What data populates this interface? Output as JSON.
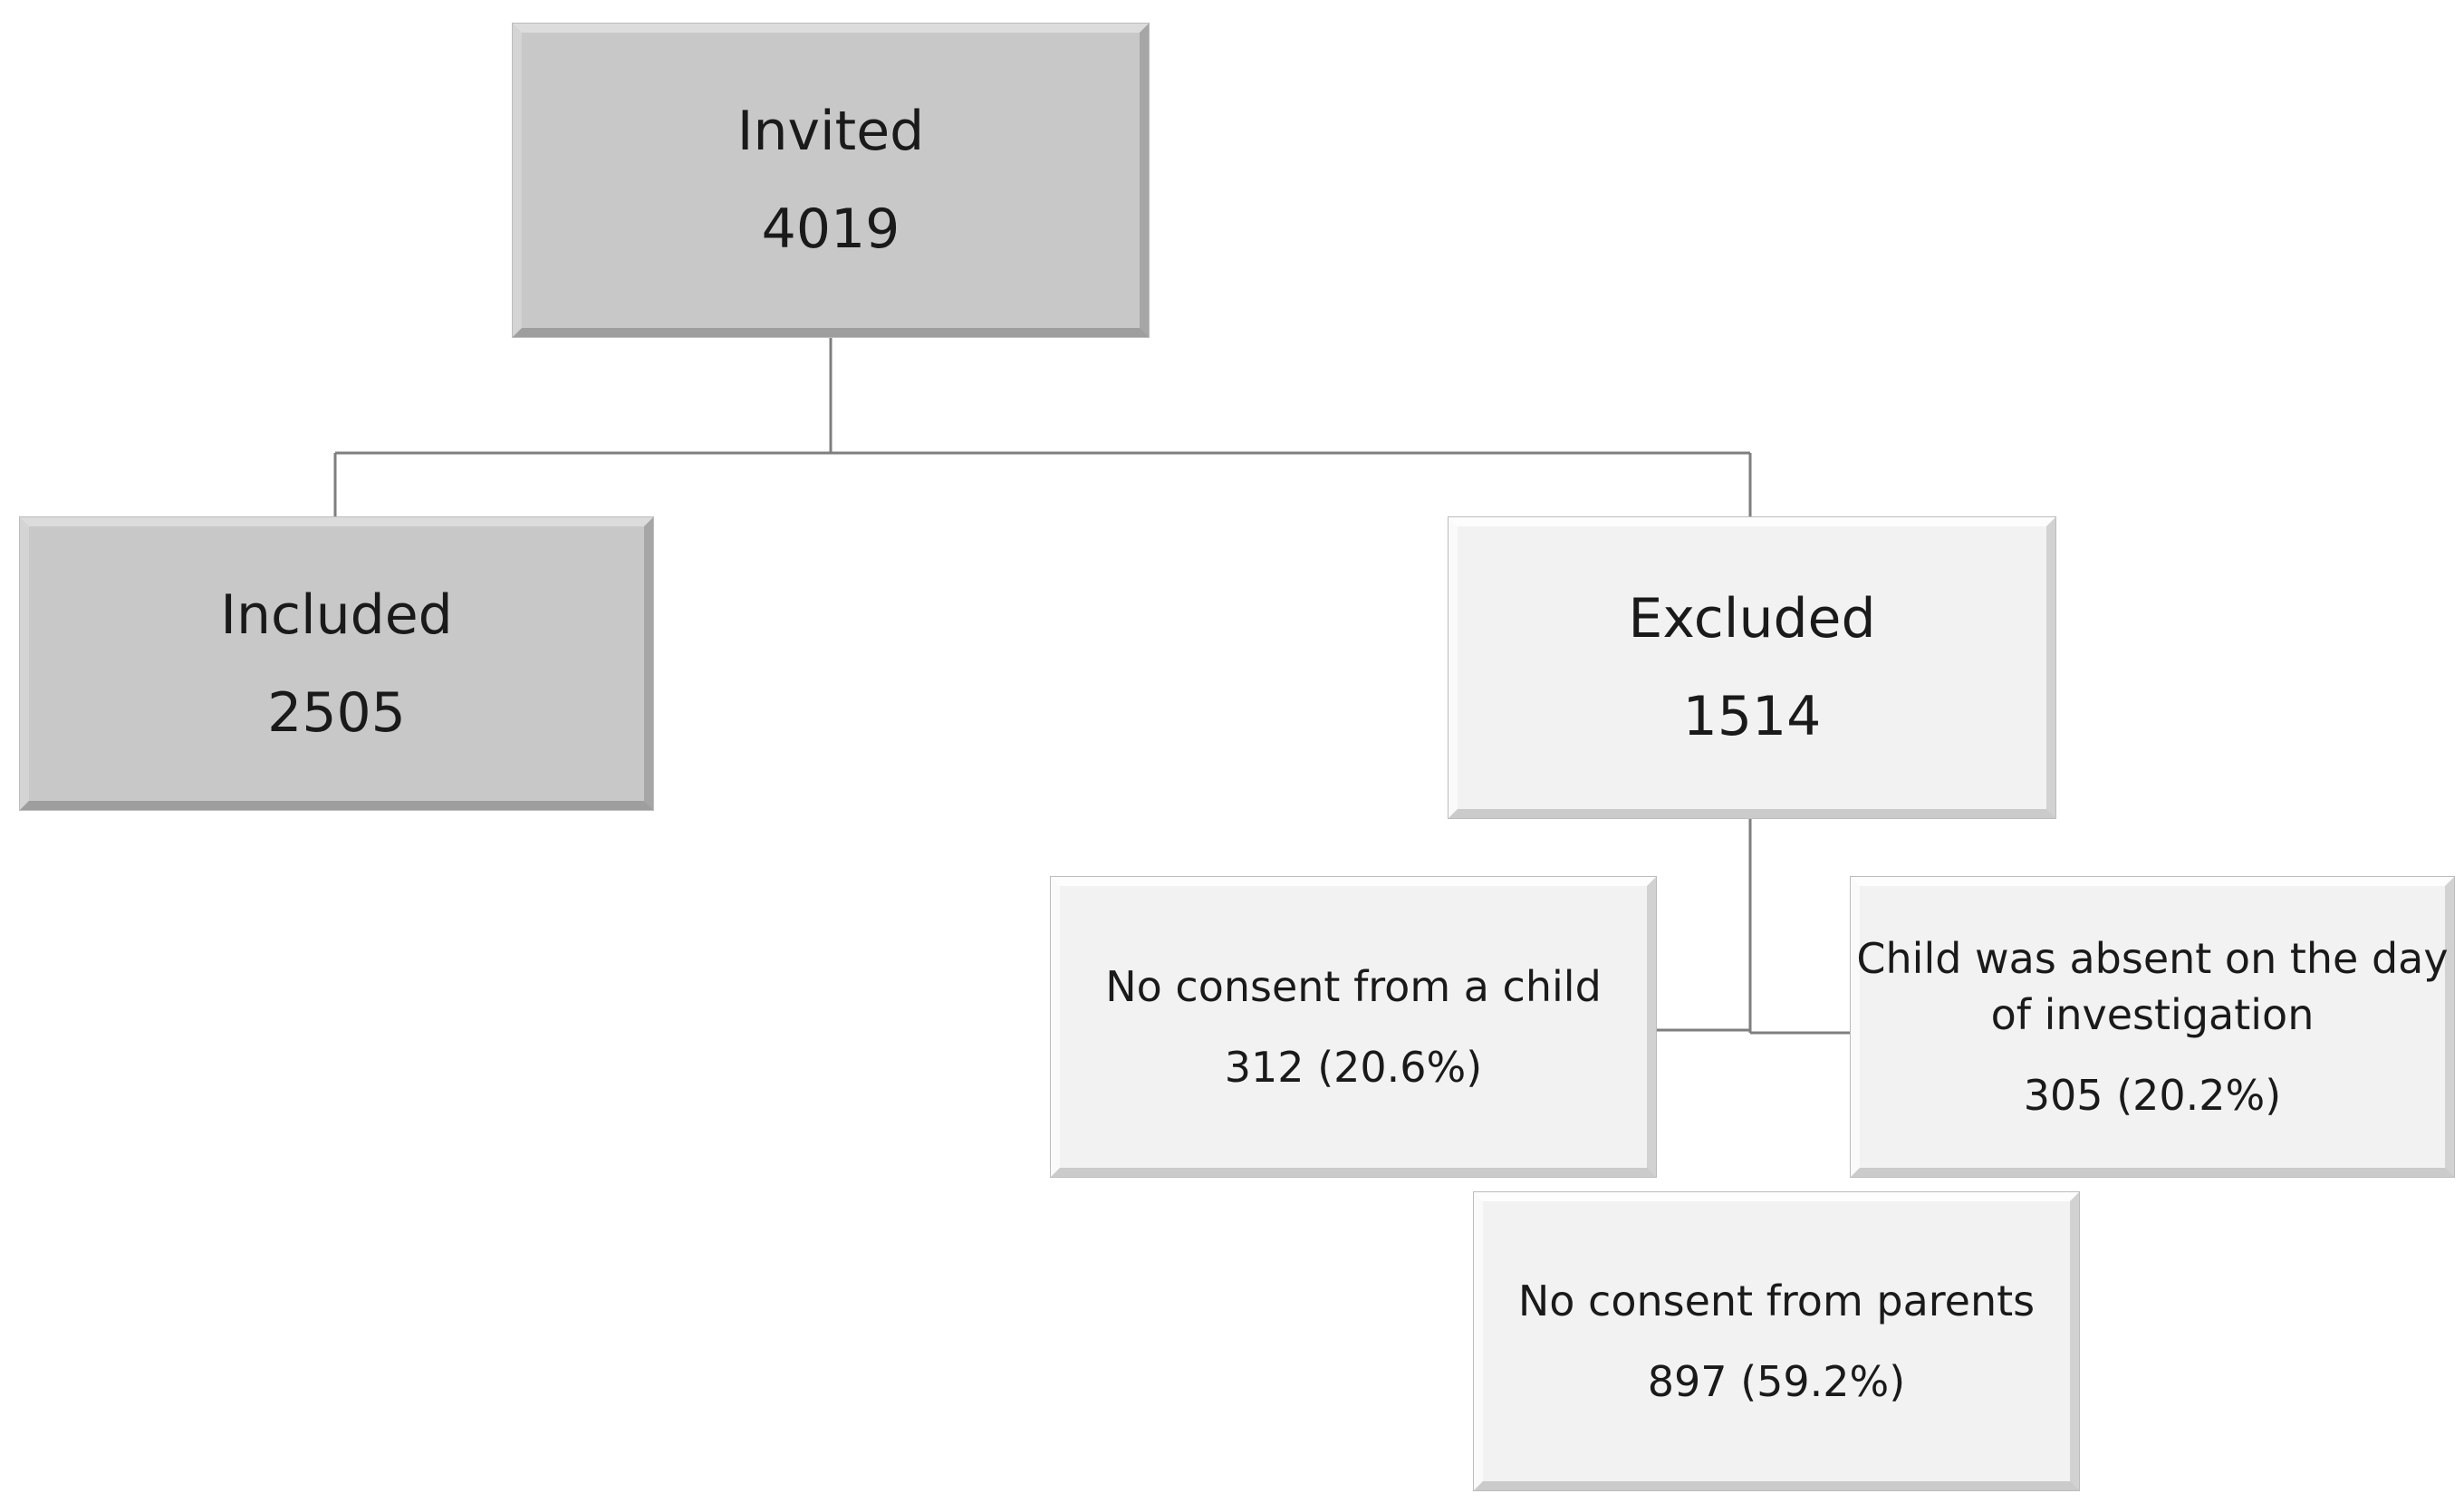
{
  "diagram": {
    "nodes": {
      "invited": {
        "label": "Invited",
        "value": "4019"
      },
      "included": {
        "label": "Included",
        "value": "2505"
      },
      "excluded": {
        "label": "Excluded",
        "value": "1514"
      },
      "no_consent_child": {
        "label": "No consent from a child",
        "value": "312 (20.6%)"
      },
      "absent": {
        "label_line1": "Child was absent on the day",
        "label_line2": "of investigation",
        "value": "305 (20.2%)"
      },
      "no_consent_parents": {
        "label": "No consent from parents",
        "value": "897 (59.2%)"
      }
    },
    "colors": {
      "dark_box": "#c8c8c8",
      "light_box": "#f2f2f2",
      "connector": "#7f7f7f"
    }
  }
}
